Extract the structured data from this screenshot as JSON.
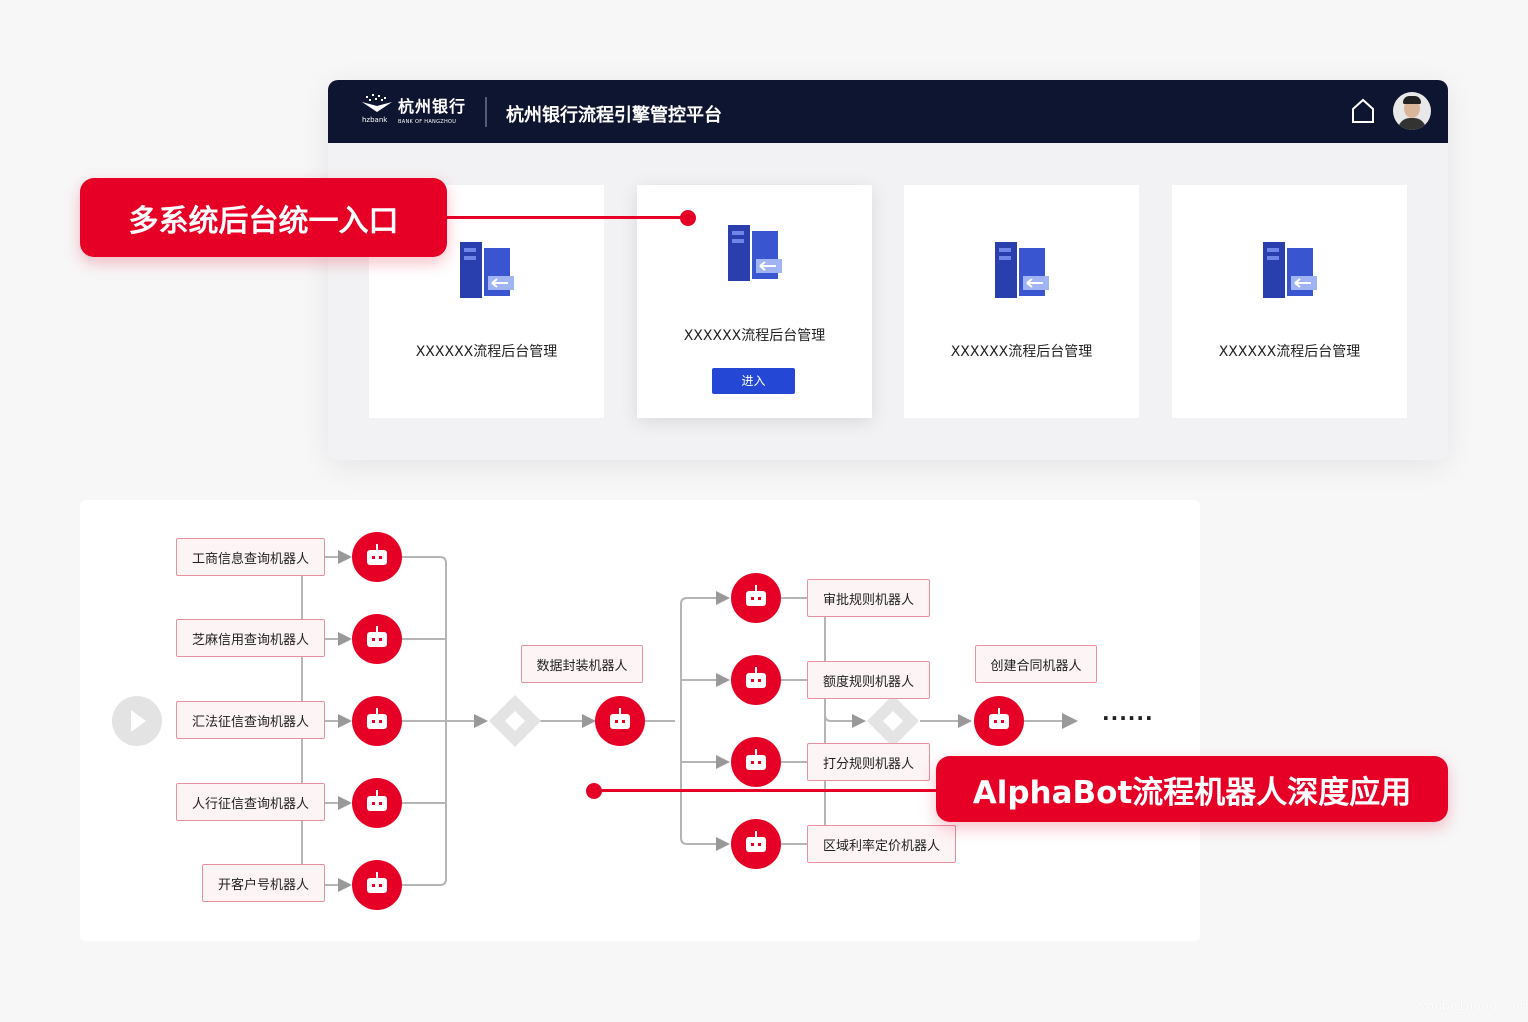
{
  "header": {
    "logo_cn": "杭州银行",
    "logo_en": "BANK OF HANGZHOU",
    "logo_hz": "hzbank",
    "title": "杭州银行流程引擎管控平台",
    "home_icon": "home-icon",
    "avatar": "avatar"
  },
  "cards": [
    {
      "label": "XXXXXX流程后台管理"
    },
    {
      "label": "XXXXXX流程后台管理",
      "button": "进入"
    },
    {
      "label": "XXXXXX流程后台管理"
    },
    {
      "label": "XXXXXX流程后台管理"
    }
  ],
  "callouts": {
    "top": "多系统后台统一入口",
    "bottom": "AlphaBot流程机器人深度应用"
  },
  "flow": {
    "inputs": [
      "工商信息查询机器人",
      "芝麻信用查询机器人",
      "汇法征信查询机器人",
      "人行征信查询机器人",
      "开客户号机器人"
    ],
    "data_bot": "数据封装机器人",
    "rules": [
      "审批规则机器人",
      "额度规则机器人",
      "打分规则机器人",
      "区域利率定价机器人"
    ],
    "contract": "创建合同机器人",
    "more": "······"
  },
  "colors": {
    "brand_red": "#e60026",
    "header_bg": "#0e1530",
    "button_blue": "#2447d6"
  },
  "watermark": "m.youbeineng.com"
}
